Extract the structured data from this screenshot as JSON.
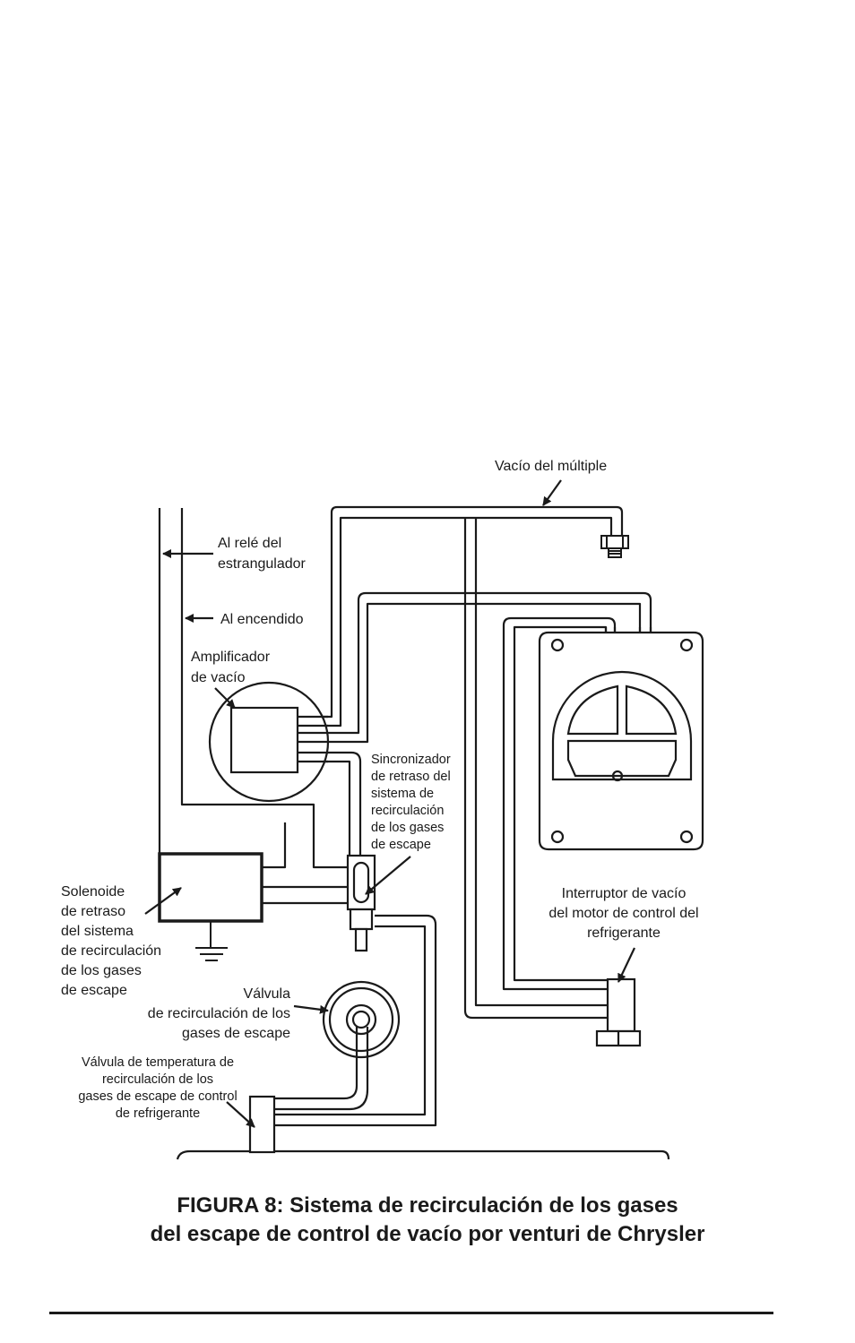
{
  "labels": {
    "manifold_vacuum": "Vacío del múltiple",
    "choke_relay": [
      "Al relé del",
      "estrangulador"
    ],
    "ignition": "Al encendido",
    "vacuum_amplifier": [
      "Amplificador",
      "de vacío"
    ],
    "egr_delay_timer": [
      "Sincronizador",
      "de retraso del",
      "sistema de",
      "recirculación",
      "de los gases",
      "de escape"
    ],
    "egr_delay_solenoid": [
      "Solenoide",
      "de retraso",
      "del sistema",
      "de recirculación",
      "de los gases",
      "de escape"
    ],
    "coolant_vacuum_switch": [
      "Interruptor de vacío",
      "del motor de control del",
      "refrigerante"
    ],
    "egr_valve": [
      "Válvula",
      "de recirculación de los",
      "gases de escape"
    ],
    "coolant_temp_valve": [
      "Válvula de temperatura de",
      "recirculación de los",
      "gases de escape de control",
      "de refrigerante"
    ]
  },
  "caption": [
    "FIGURA 8: Sistema de recirculación de los gases",
    "del escape de control de vacío por venturi de Chrysler"
  ]
}
